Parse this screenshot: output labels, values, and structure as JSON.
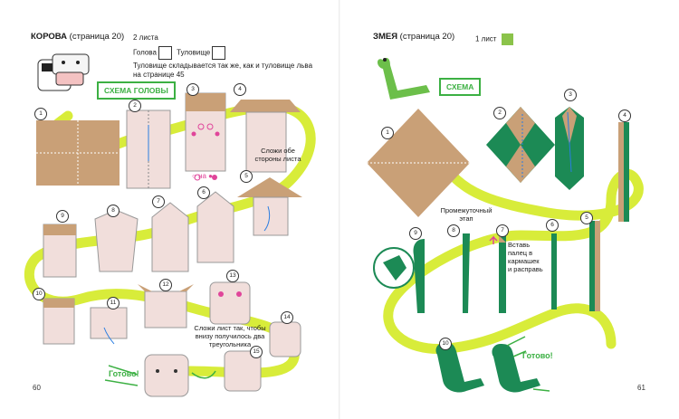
{
  "left": {
    "title_bold": "КОРОВА",
    "title_rest": " (страница 20)",
    "sheets": "2 листа",
    "head_label": "Голова",
    "body_label": "Туловище",
    "body_note_1": "Туловище складывается так же, как и туловище льва",
    "body_note_2": "на странице 45",
    "scheme_label": "СХЕМА ГОЛОВЫ",
    "fold_both_1": "Сложи обе",
    "fold_both_2": "стороны листа",
    "on_label": "на",
    "fold_note_1": "Сложи лист так, чтобы",
    "fold_note_2": "внизу получилось два",
    "fold_note_3": "треугольника",
    "done": "Готово!",
    "page_number": "60",
    "steps": [
      "1",
      "2",
      "3",
      "4",
      "5",
      "6",
      "7",
      "8",
      "9",
      "10",
      "11",
      "12",
      "13",
      "14",
      "15"
    ]
  },
  "right": {
    "title_bold": "ЗМЕЯ",
    "title_rest": " (страница 20)",
    "sheets": "1 лист",
    "scheme_label": "СХЕМА",
    "intermediate_1": "Промежуточный",
    "intermediate_2": "этап",
    "insert_1": "Вставь",
    "insert_2": "палец в",
    "insert_3": "кармашек",
    "insert_4": "и расправь",
    "done": "Готово!",
    "page_number": "61",
    "steps": [
      "1",
      "2",
      "3",
      "4",
      "5",
      "6",
      "7",
      "8",
      "9",
      "10"
    ]
  },
  "colors": {
    "accent_green": "#3cb043",
    "path_yellow": "#d8ec3a",
    "kraft": "#c9a077",
    "paper_pink": "#f1dedb",
    "snake_green": "#1c8a55"
  }
}
